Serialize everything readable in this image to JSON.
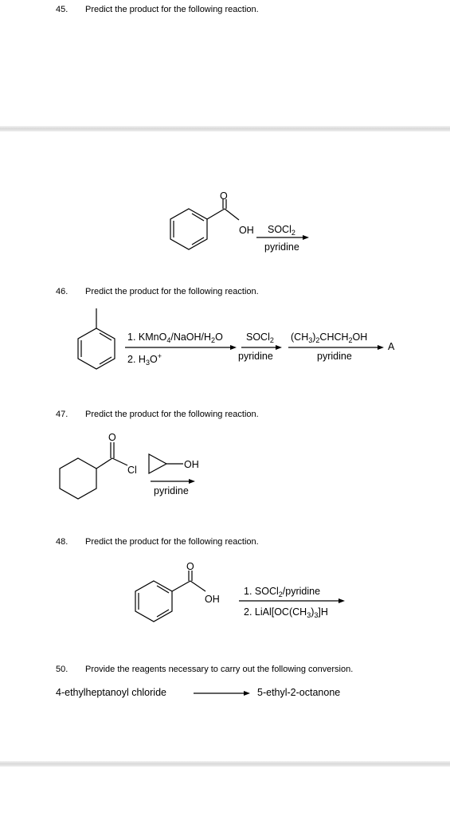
{
  "questions": [
    {
      "number": "45.",
      "prompt": "Predict the product for the following reaction."
    },
    {
      "number": "46.",
      "prompt": "Predict the product for the following reaction."
    },
    {
      "number": "47.",
      "prompt": "Predict the product for the following reaction."
    },
    {
      "number": "48.",
      "prompt": "Predict the product for the following reaction."
    },
    {
      "number": "50.",
      "prompt": "Provide the reagents necessary to carry out the following conversion."
    }
  ],
  "r45": {
    "atom_o": "O",
    "atom_oh": "OH",
    "above": "SOCl",
    "above_sub": "2",
    "below": "pyridine"
  },
  "r46": {
    "step1": "1. KMnO",
    "step1_sub": "4",
    "step1_rest": "/NaOH/H",
    "step1_sub2": "2",
    "step1_end": "O",
    "step2": "2. H",
    "step2_sub": "3",
    "step2_end": "O",
    "step2_sup": "+",
    "r2_above": "SOCl",
    "r2_above_sub": "2",
    "r2_below": "pyridine",
    "r3_above_a": "(CH",
    "r3_above_sub": "3",
    "r3_above_b": ")",
    "r3_above_sub2": "2",
    "r3_above_c": "CHCH",
    "r3_above_sub3": "2",
    "r3_above_d": "OH",
    "r3_below": "pyridine",
    "product": "A"
  },
  "r47": {
    "atom_o": "O",
    "atom_cl": "Cl",
    "alcohol_oh": "OH",
    "below": "pyridine"
  },
  "r48": {
    "atom_o": "O",
    "atom_oh": "OH",
    "step1": "1. SOCl",
    "step1_sub": "2",
    "step1_rest": "/pyridine",
    "step2": "2. LiAl[OC(CH",
    "step2_sub": "3",
    "step2_mid": ")",
    "step2_sub2": "3",
    "step2_end": "]H"
  },
  "r50": {
    "start": "4-ethylheptanoyl chloride",
    "end": "5-ethyl-2-octanone"
  }
}
